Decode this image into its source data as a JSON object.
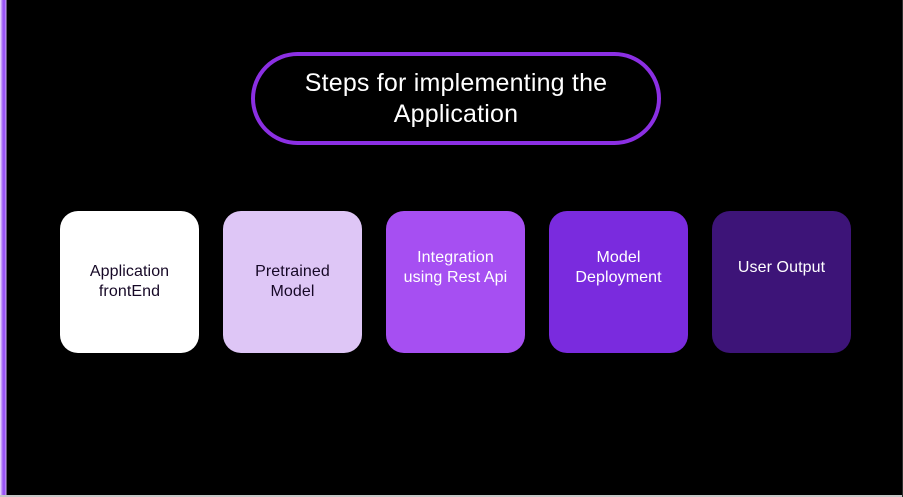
{
  "page": {
    "background": "#000000",
    "accent": "#8b2fe3",
    "left_stripe_colors": [
      "#efe6ff",
      "#d3b4f8",
      "#9a55f5",
      "#cdaaf6"
    ],
    "bottom_edge_color": "#c6c6c6"
  },
  "title": {
    "text": "Steps for implementing the Application",
    "text_color": "#ffffff",
    "border_color": "#8b2fe3"
  },
  "steps": {
    "items": [
      {
        "label": "Application frontEnd",
        "bg": "#ffffff",
        "fg": "#160826"
      },
      {
        "label": "Pretrained Model",
        "bg": "#dec6f6",
        "fg": "#160826"
      },
      {
        "label": "Integration using Rest Api",
        "bg": "#a64ff2",
        "fg": "#ffffff"
      },
      {
        "label": "Model Deployment",
        "bg": "#7a2bde",
        "fg": "#ffffff"
      },
      {
        "label": "User Output",
        "bg": "#3d1478",
        "fg": "#ffffff"
      }
    ]
  }
}
